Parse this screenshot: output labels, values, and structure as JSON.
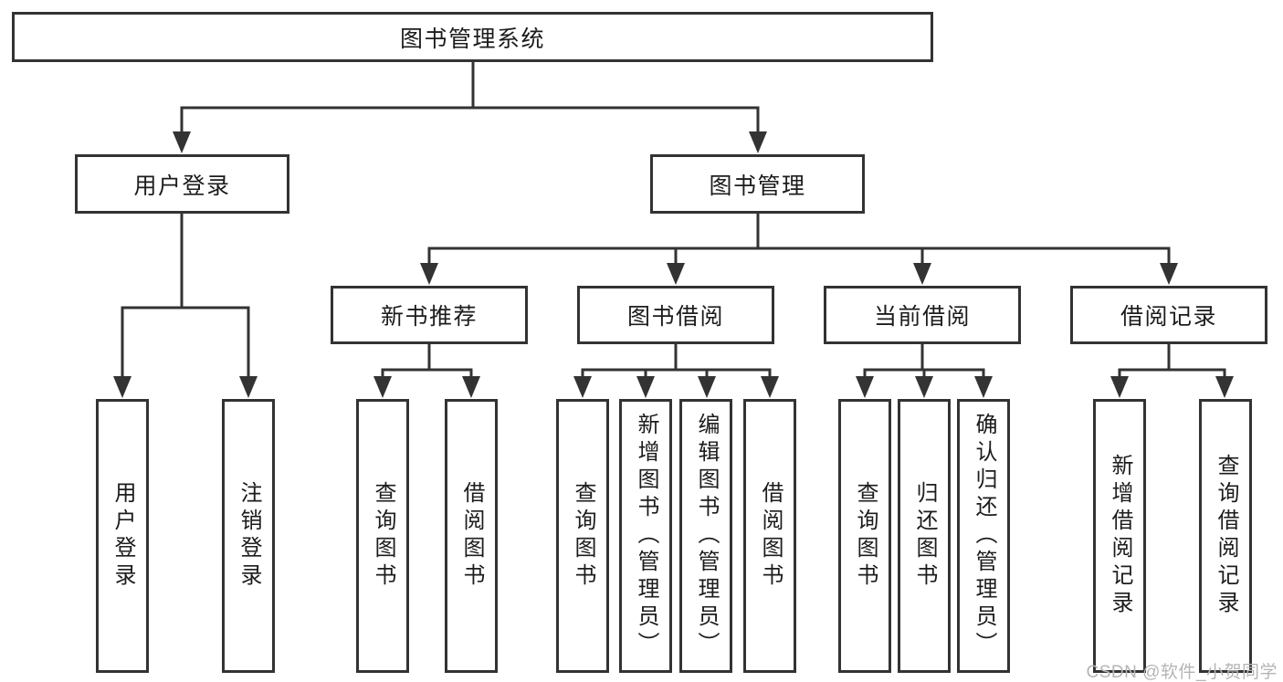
{
  "colors": {
    "line": "#333333",
    "box_border": "#333333",
    "box_fill": "#ffffff",
    "label_text": "#1c1c1e",
    "watermark": "#b5b5b5",
    "background": "#ffffff"
  },
  "tree": {
    "label": "图书管理系统",
    "children": [
      {
        "label": "用户登录",
        "children": [
          {
            "label": "用户登录"
          },
          {
            "label": "注销登录"
          }
        ]
      },
      {
        "label": "图书管理",
        "children": [
          {
            "label": "新书推荐",
            "children": [
              {
                "label": "查询图书"
              },
              {
                "label": "借阅图书"
              }
            ]
          },
          {
            "label": "图书借阅",
            "children": [
              {
                "label": "查询图书"
              },
              {
                "label": "新增图书（管理员）"
              },
              {
                "label": "编辑图书（管理员）"
              },
              {
                "label": "借阅图书"
              }
            ]
          },
          {
            "label": "当前借阅",
            "children": [
              {
                "label": "查询图书"
              },
              {
                "label": "归还图书"
              },
              {
                "label": "确认归还（管理员）"
              }
            ]
          },
          {
            "label": "借阅记录",
            "children": [
              {
                "label": "新增借阅记录"
              },
              {
                "label": "查询借阅记录"
              }
            ]
          }
        ]
      }
    ]
  },
  "watermark": {
    "text": "CSDN @软件_小贺同学"
  }
}
